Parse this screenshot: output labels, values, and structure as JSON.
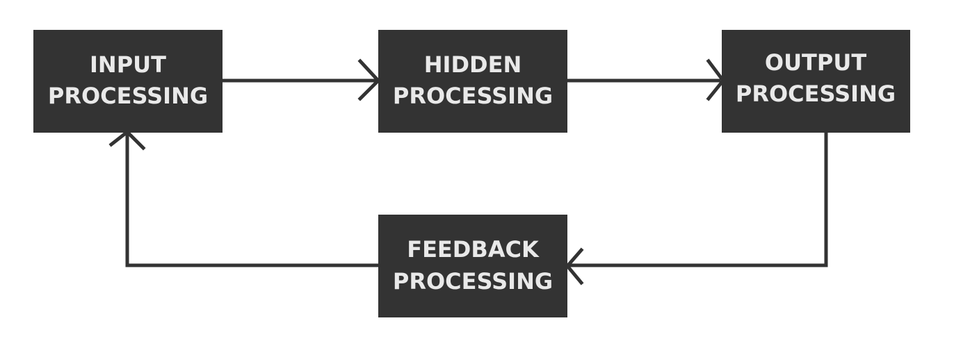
{
  "nodes": {
    "input": {
      "line1": "INPUT",
      "line2": "PROCESSING"
    },
    "hidden": {
      "line1": "HIDDEN",
      "line2": "PROCESSING"
    },
    "output": {
      "line1": "OUTPUT",
      "line2": "PROCESSING"
    },
    "feedback": {
      "line1": "FEEDBACK",
      "line2": "PROCESSING"
    }
  },
  "edges": [
    {
      "from": "input",
      "to": "hidden"
    },
    {
      "from": "hidden",
      "to": "output"
    },
    {
      "from": "output",
      "to": "feedback"
    },
    {
      "from": "feedback",
      "to": "input"
    }
  ],
  "colors": {
    "box": "#333333",
    "label": "#e9e9e9",
    "line": "#333333",
    "background": "#ffffff"
  }
}
